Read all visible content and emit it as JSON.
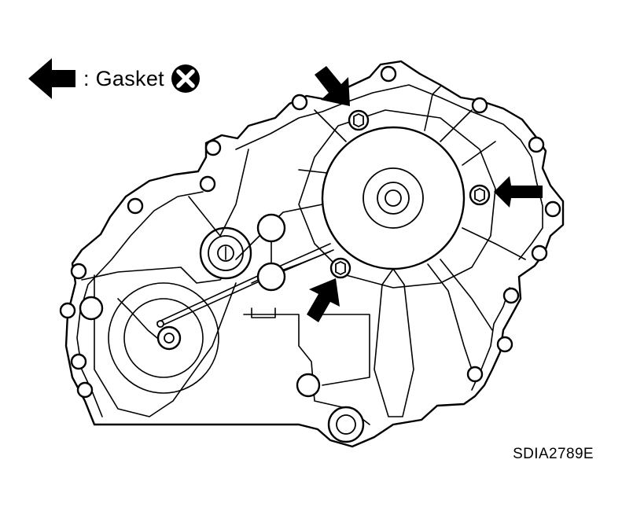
{
  "legend": {
    "separator_label": ": Gasket",
    "icon": "arrow-left-icon",
    "symbol": "circle-x-icon"
  },
  "figure_code": "SDIA2789E",
  "callouts": {
    "count": 3,
    "icon": "black-arrow-icon"
  },
  "colors": {
    "ink": "#000000",
    "paper": "#ffffff"
  }
}
